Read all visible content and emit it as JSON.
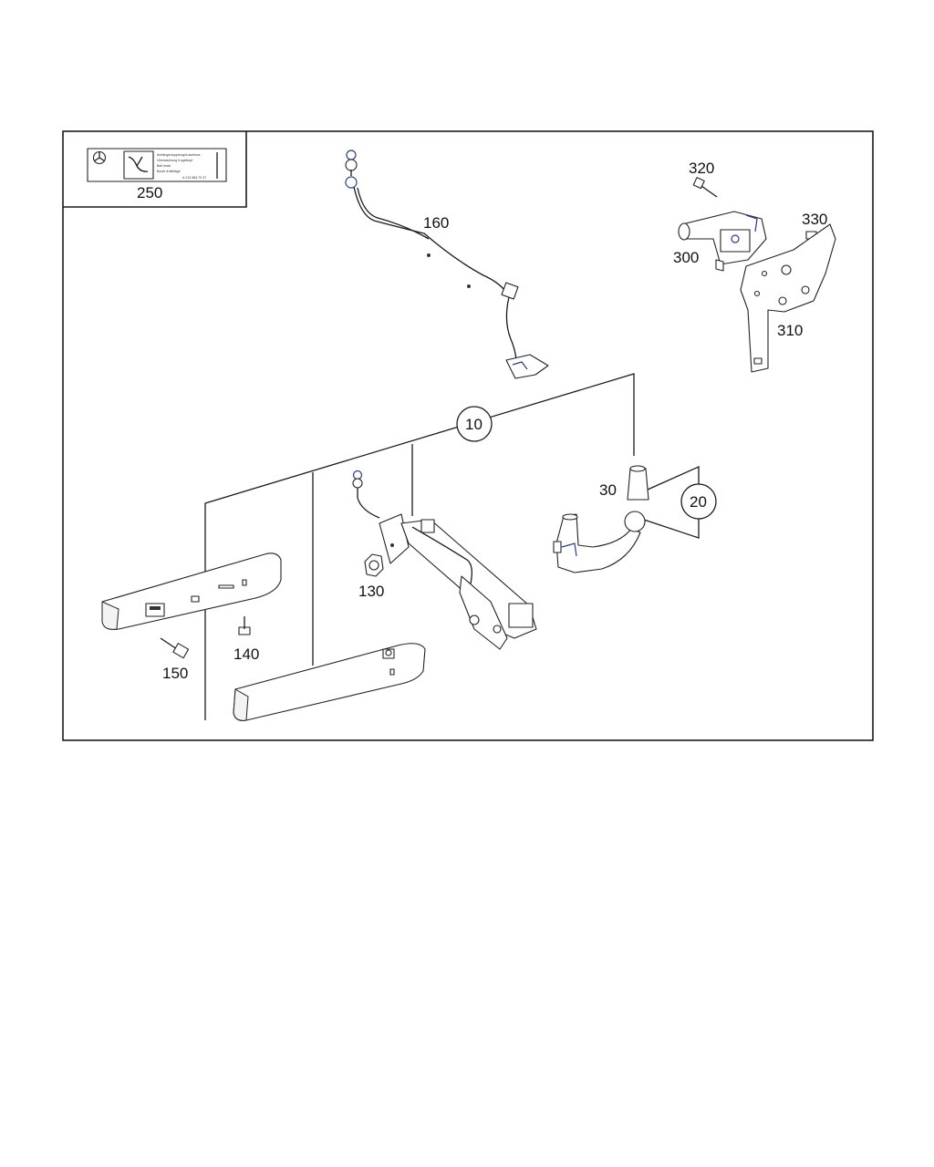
{
  "labels": {
    "p250": "250",
    "p160": "160",
    "p320": "320",
    "p330": "330",
    "p300": "300",
    "p310": "310",
    "p10": "10",
    "p30": "30",
    "p20": "20",
    "p130": "130",
    "p140": "140",
    "p150": "150"
  },
  "sticker": {
    "title": "Anhängerkupplung/Anschluss",
    "line1": "Überwachung Kugelkopf",
    "line2": "Ball head",
    "line3": "Boule d'attelage",
    "code": "A 210 584 70 37"
  },
  "colors": {
    "line": "#1a1a1a",
    "accent": "#2a3a8f"
  }
}
